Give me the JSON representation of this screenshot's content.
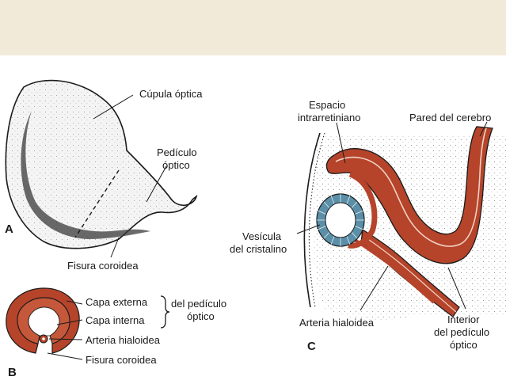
{
  "panels": {
    "a": {
      "letter": "A",
      "labels": {
        "optic_cup": "Cúpula óptica",
        "optic_stalk_line1": "Pedículo",
        "optic_stalk_line2": "óptico",
        "choroid_fissure": "Fisura coroidea"
      }
    },
    "b": {
      "letter": "B",
      "labels": {
        "outer_layer": "Capa externa",
        "inner_layer": "Capa interna",
        "stalk_line1": "del pedículo",
        "stalk_line2": "óptico",
        "hyaloid_artery": "Arteria hialoidea",
        "choroid_fissure": "Fisura coroidea"
      }
    },
    "c": {
      "letter": "C",
      "labels": {
        "intraretinal_space_line1": "Espacio",
        "intraretinal_space_line2": "intrarretiniano",
        "brain_wall": "Pared del cerebro",
        "lens_vesicle_line1": "Vesícula",
        "lens_vesicle_line2": "del cristalino",
        "hyaloid_artery": "Arteria hialoidea",
        "stalk_interior_line1": "Interior",
        "stalk_interior_line2": "del pedículo",
        "stalk_interior_line3": "óptico"
      }
    }
  },
  "colors": {
    "header_band": "#f2ead9",
    "tissue": "#b5442a",
    "tissue_dark": "#8a2f1c",
    "lens": "#5b8fa8",
    "outline": "#1a1a1a"
  }
}
